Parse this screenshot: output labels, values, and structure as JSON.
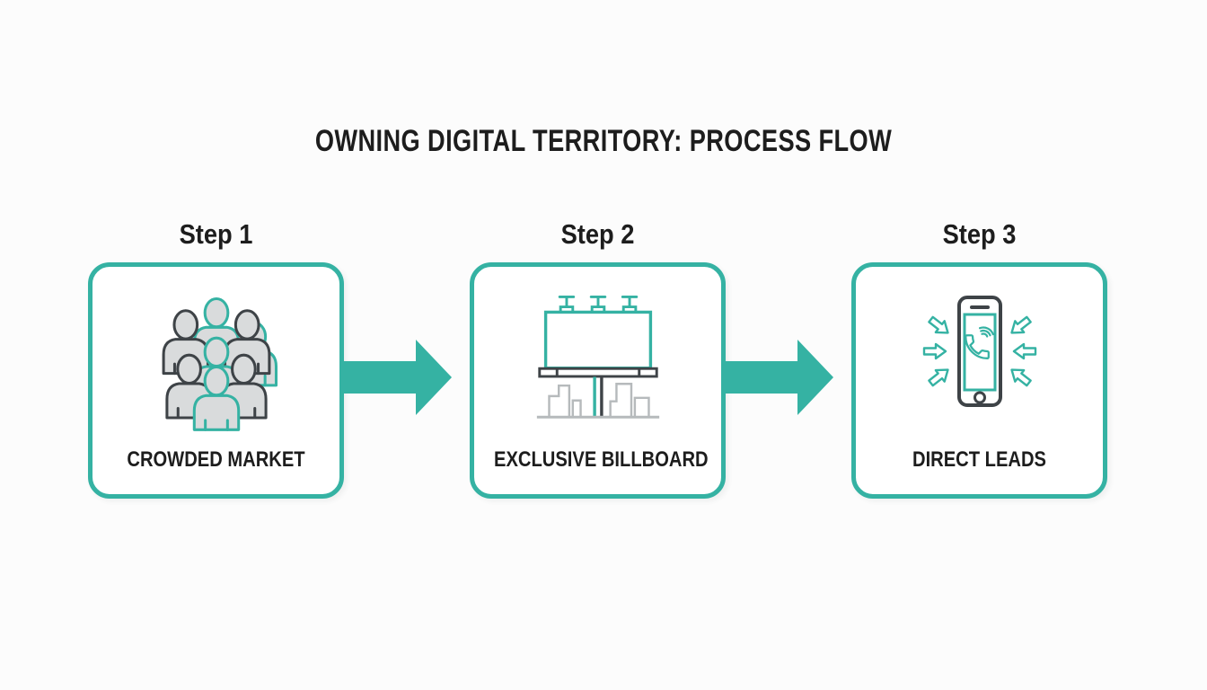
{
  "title": "OWNING DIGITAL TERRITORY: PROCESS FLOW",
  "steps": [
    {
      "label": "Step 1",
      "caption": "CROWDED MARKET",
      "icon": "crowd-icon"
    },
    {
      "label": "Step 2",
      "caption": "EXCLUSIVE BILLBOARD",
      "icon": "billboard-icon"
    },
    {
      "label": "Step 3",
      "caption": "DIRECT LEADS",
      "icon": "incoming-calls-icon"
    }
  ],
  "connectors": [
    {
      "icon": "arrow-right-icon"
    },
    {
      "icon": "arrow-right-icon"
    }
  ],
  "colors": {
    "teal": "#35b2a3",
    "icon-dark": "#3e4347",
    "text": "#1d1d1d",
    "gray-fill": "#d9dbdc",
    "gray-line": "#b6babc",
    "bg": "#fcfcfc",
    "card-bg": "#ffffff"
  }
}
